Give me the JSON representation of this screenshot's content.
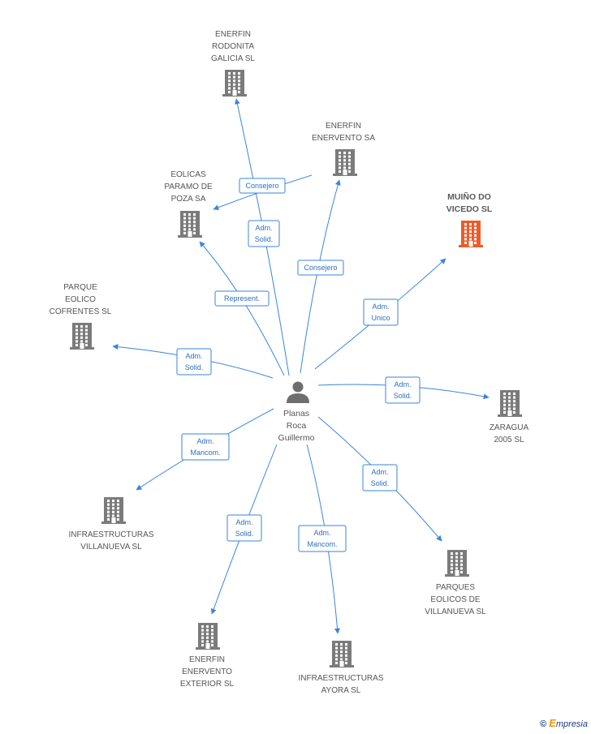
{
  "person": {
    "lines": [
      "Planas",
      "Roca",
      "Guillermo"
    ],
    "icon": "person-icon"
  },
  "companies": [
    {
      "id": "enerfin-rodonita",
      "lines": [
        "ENERFIN",
        "RODONITA",
        "GALICIA SL"
      ],
      "focus": false
    },
    {
      "id": "enerfin-enervento",
      "lines": [
        "ENERFIN",
        "ENERVENTO SA"
      ],
      "focus": false
    },
    {
      "id": "eolicas-paramo",
      "lines": [
        "EOLICAS",
        "PARAMO DE",
        "POZA SA"
      ],
      "focus": false
    },
    {
      "id": "muino-vicedo",
      "lines": [
        "MUIÑO DO",
        "VICEDO SL"
      ],
      "focus": true
    },
    {
      "id": "parque-cofrentes",
      "lines": [
        "PARQUE",
        "EOLICO",
        "COFRENTES  SL"
      ],
      "focus": false
    },
    {
      "id": "zaragua",
      "lines": [
        "ZARAGUA",
        "2005 SL"
      ],
      "focus": false
    },
    {
      "id": "infra-villanueva",
      "lines": [
        "INFRAESTRUCTURAS",
        "VILLANUEVA SL"
      ],
      "focus": false
    },
    {
      "id": "parques-villanueva",
      "lines": [
        "PARQUES",
        "EOLICOS DE",
        "VILLANUEVA SL"
      ],
      "focus": false
    },
    {
      "id": "enerfin-exterior",
      "lines": [
        "ENERFIN",
        "ENERVENTO",
        "EXTERIOR SL"
      ],
      "focus": false
    },
    {
      "id": "infra-ayora",
      "lines": [
        "INFRAESTRUCTURAS",
        "AYORA SL"
      ],
      "focus": false
    }
  ],
  "relations": [
    {
      "target": "enerfin-rodonita",
      "lines": [
        "Adm.",
        "Solid."
      ]
    },
    {
      "target": "eolicas-paramo",
      "lines": [
        "Consejero"
      ]
    },
    {
      "target": "enerfin-enervento",
      "lines": [
        "Consejero"
      ]
    },
    {
      "target": "eolicas-paramo",
      "lines": [
        "Represent."
      ]
    },
    {
      "target": "muino-vicedo",
      "lines": [
        "Adm.",
        "Unico"
      ]
    },
    {
      "target": "parque-cofrentes",
      "lines": [
        "Adm.",
        "Solid."
      ]
    },
    {
      "target": "zaragua",
      "lines": [
        "Adm.",
        "Solid."
      ]
    },
    {
      "target": "infra-villanueva",
      "lines": [
        "Adm.",
        "Mancom."
      ]
    },
    {
      "target": "parques-villanueva",
      "lines": [
        "Adm.",
        "Solid."
      ]
    },
    {
      "target": "enerfin-exterior",
      "lines": [
        "Adm.",
        "Solid."
      ]
    },
    {
      "target": "infra-ayora",
      "lines": [
        "Adm.",
        "Mancom."
      ]
    }
  ],
  "colors": {
    "edge": "#3a86d8",
    "building": "#7b7b7b",
    "focus_building": "#f05a28",
    "person": "#6e6e6e"
  },
  "brand": {
    "copyright": "©",
    "initial": "E",
    "name": "mpresia"
  }
}
